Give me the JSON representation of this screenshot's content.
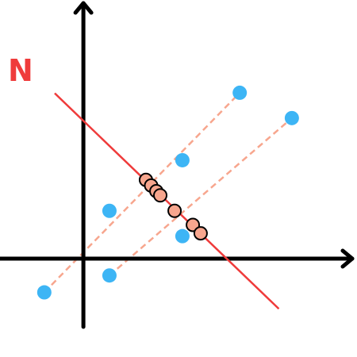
{
  "line_label": "N",
  "colors": {
    "axes": "#000000",
    "line": "#ef3b3b",
    "label": "#ef3b3b",
    "points": "#3db5f5",
    "projections": "#f7a68e",
    "projection_stroke": "#000000",
    "connectors": "#f7a68e"
  },
  "axes": {
    "x_min": -3.2,
    "x_max": 10.5,
    "y_min": -3.5,
    "y_max": 9.2
  },
  "line": {
    "x_start": -1.1,
    "x_end": 7.5
  },
  "points": [
    {
      "x": -1.5,
      "y": -1.2
    },
    {
      "x": 1.0,
      "y": -0.6
    },
    {
      "x": 1.0,
      "y": 1.7
    },
    {
      "x": 3.8,
      "y": 0.8
    },
    {
      "x": 3.8,
      "y": 3.5
    },
    {
      "x": 6.0,
      "y": 5.9
    },
    {
      "x": 8.0,
      "y": 5.0
    }
  ],
  "projections": [
    {
      "x": 2.4,
      "y": 2.8
    },
    {
      "x": 2.6,
      "y": 2.6
    },
    {
      "x": 2.8,
      "y": 2.4
    },
    {
      "x": 2.95,
      "y": 2.25
    },
    {
      "x": 3.5,
      "y": 1.7
    },
    {
      "x": 4.2,
      "y": 1.2
    },
    {
      "x": 4.5,
      "y": 0.9
    }
  ],
  "connectors": [
    {
      "from": 0,
      "to": 5
    },
    {
      "from": 1,
      "to": 6
    }
  ]
}
